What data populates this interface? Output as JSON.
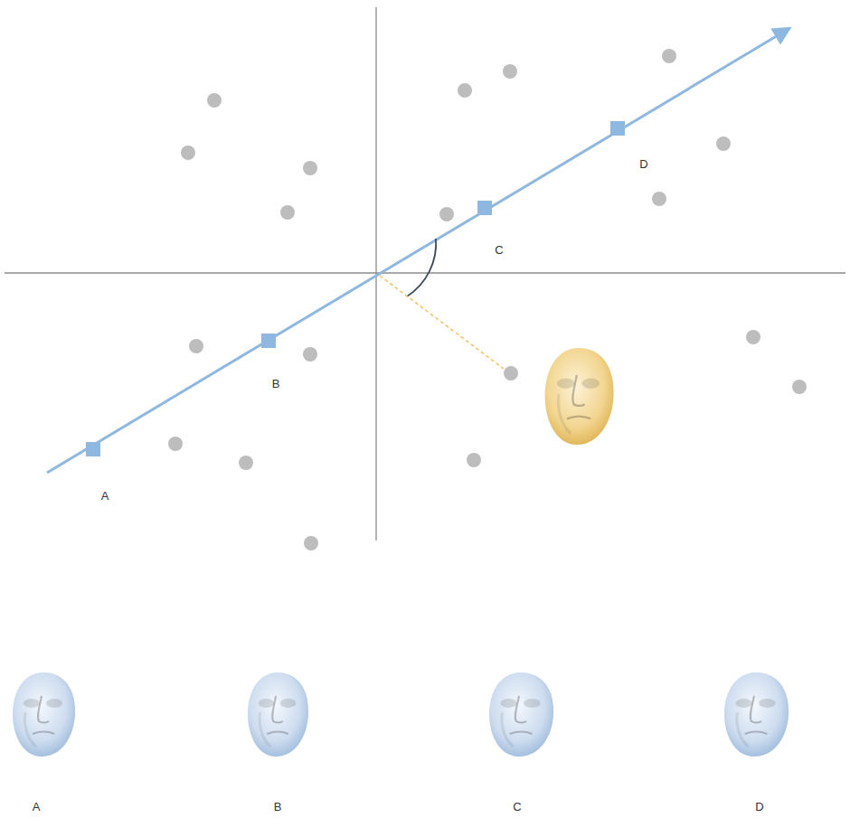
{
  "diagram": {
    "labels": [
      "D",
      "C",
      "B",
      "A",
      "A",
      "B",
      "C",
      "D"
    ]
  }
}
